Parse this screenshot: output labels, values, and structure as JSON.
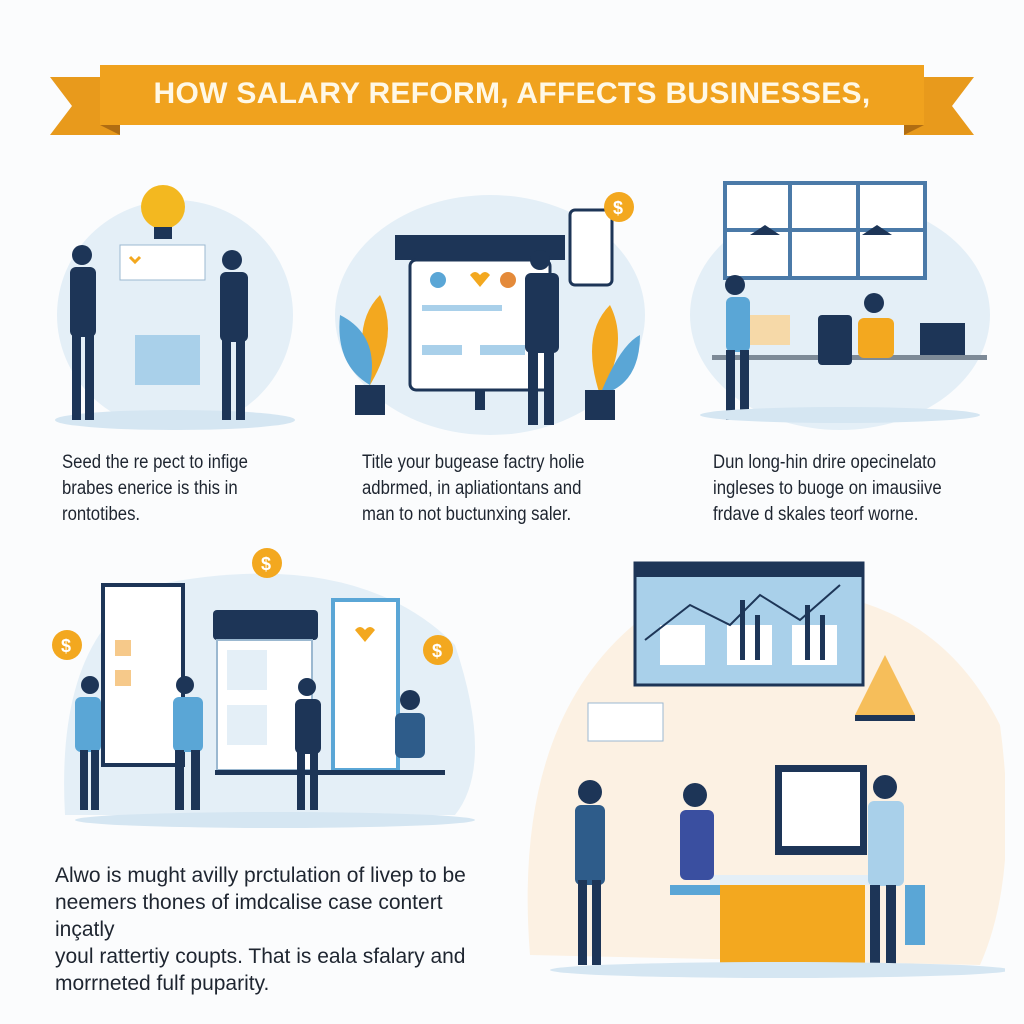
{
  "title": "HOW SALARY REFORM, AFFECTS BUSINESSES,",
  "colors": {
    "banner": "#f0a21e",
    "banner_dark": "#d5851a",
    "navy": "#1d3557",
    "blue": "#5aa6d6",
    "light_blue": "#e4eff7",
    "accent": "#f3a81f"
  },
  "panels": [
    {
      "lines": [
        "Seed the re pect to infige",
        "brabes enerice is this in",
        "rontotibes."
      ]
    },
    {
      "lines": [
        "Title your bugease factry holie",
        "adbrmed, in apliationtans and",
        "man to not buctunxing saler."
      ]
    },
    {
      "lines": [
        "Dun long-hin drire opecinelato",
        "ingleses to buoge on imausiive",
        "frdave d skales teorf worne."
      ]
    },
    {
      "lines": [
        "Alwo is mught avilly prctulation of livep to be",
        "neemers thones of imdcalise case contert inçatly",
        "youl rattertiy coupts. That is eala sfalary and",
        "morrneted fulf puparity."
      ]
    }
  ],
  "icons": {
    "dollar": "$"
  }
}
